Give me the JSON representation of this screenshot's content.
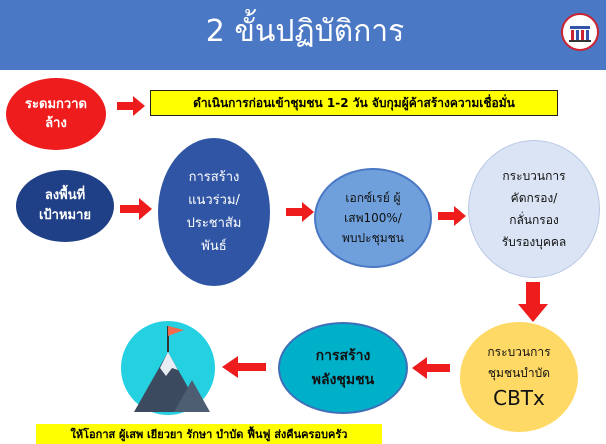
{
  "header": {
    "title": "2 ขั้นปฏิบัติการ"
  },
  "nodes": {
    "survey": "ระดมกวาด\nล้าง",
    "target": "ลงพื้นที่\nเป้าหมาย",
    "network": "การสร้าง\nแนวร่วม/\nประชาสัม\nพันธ์",
    "outreach": "เอกซ์เรย์ ผู้\nเสพ100%/\nพบปะชุมชน",
    "screening": "กระบวนการ\nคัดกรอง/\nกลั่นกรอง\nรับรองบุคคล",
    "cbtx_prefix": "กระบวนการ\nชุมชนบำบัด",
    "cbtx_main": "CBTx",
    "empower": "การสร้าง\nพลังชุมชน"
  },
  "banners": {
    "top": "ดำเนินการก่อนเข้าชุมชน 1-2 วัน จับกุมผู้ค้าสร้างความเชื่อมั่น",
    "bottom": "ให้โอกาส ผู้เสพ เยียวยา รักษา  บำบัด ฟื้นฟู ส่งคืนครอบครัว"
  },
  "colors": {
    "header": "#4a78c4",
    "survey": "#ee1c1c",
    "target": "#1f3f86",
    "network": "#2f55a4",
    "outreach": "#6fa0dc",
    "screening": "#dbe4f4",
    "cbtx": "#ffd966",
    "empower": "#00b0c8",
    "arrow": "#ee1c1c",
    "banner": "#ffff00"
  },
  "icons": [
    "mountain-flag-icon",
    "institution-logo-icon"
  ]
}
